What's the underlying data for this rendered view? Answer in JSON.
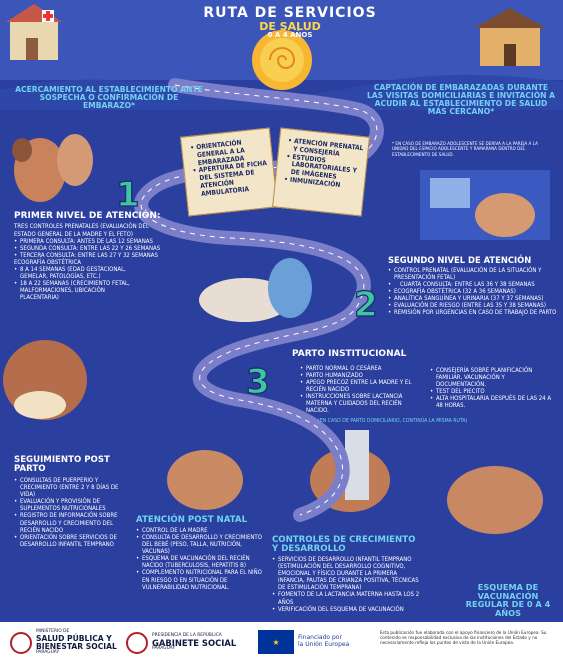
{
  "title": {
    "line1": "RUTA DE SERVICIOS",
    "line2": "DE SALUD",
    "line3": "0 a 4 AÑOS"
  },
  "sections": {
    "acercamiento": {
      "title": "ACERCAMIENTO AL ESTABLECIMIENTO ANTE SOSPECHA O CONFIRMACIÓN DE EMBARAZO*"
    },
    "captacion": {
      "title": "CAPTACIÓN DE EMBARAZADAS DURANTE LAS VISITAS DOMICILIARIAS E INVITACIÓN A ACUDIR AL ESTABLECIMIENTO DE SALUD MÁS CERCANO*",
      "note": "* EN CASO DE EMBARAZO ADOLESCENTE SE DERIVA A LA PAREJA A LA UNIDAD DEL ESPACIO ADOLESCENTE Y RAMARANA DENTRO DEL ESTABLECIMIENTO DE SALUD."
    },
    "card_left": [
      "ORIENTACIÓN GENERAL A LA EMBARAZADA",
      "APERTURA DE FICHA DEL SISTEMA DE ATENCIÓN AMBULATORIA"
    ],
    "card_right": [
      "ATENCIÓN PRENATAL Y CONSEJERÍA",
      "ESTUDIOS LABORATORIALES Y DE IMÁGENES",
      "INMUNIZACIÓN"
    ],
    "primer_nivel": {
      "title": "PRIMER NIVEL DE ATENCIÓN:",
      "intro": [
        "TRES CONTROLES PRENATALES (EVALUACIÓN DEL",
        "ESTADO GENERAL DE LA MADRE Y EL FETO)"
      ],
      "items": [
        "PRIMERA CONSULTA: ANTES DE LAS 12 SEMANAS",
        "SEGUNDA CONSULTA: ENTRE LAS 22 Y 26 SEMANAS",
        "TERCERA CONSULTA: ENTRE LAS 27 Y 32 SEMANAS"
      ],
      "eco": "ECOGRAFÍA OBSTÉTRICA",
      "eco_items": [
        "8 A 14 SEMANAS (EDAD GESTACIONAL, GEMELAR, PATOLOGÍAS, ETC.)",
        "18 A 22 SEMANAS (CRECIMIENTO FETAL, MALFORMACIONES, UBICACIÓN PLACENTARIA)"
      ]
    },
    "segundo_nivel": {
      "title": "SEGUNDO NIVEL DE ATENCIÓN",
      "items": [
        "CONTROL PRENATAL (EVALUACIÓN DE LA SITUACIÓN Y PRESENTACIÓN FETAL)",
        "CUARTA CONSULTA: ENTRE LAS 36 Y 38 SEMANAS",
        "ECOGRAFÍA OBSTÉTRICA (32 A 36 SEMANAS)",
        "ANALÍTICA SANGUÍNEA Y URINARIA (37 Y 37 SEMANAS)",
        "EVALUACIÓN DE RIESGO (ENTRE LAS 35 Y 38 SEMANAS)",
        "REMISIÓN POR URGENCIAS EN CASO DE TRABAJO DE PARTO"
      ]
    },
    "parto": {
      "title": "PARTO INSTITUCIONAL",
      "left": [
        "PARTO NORMAL O CESÁREA",
        "PARTO HUMANIZADO",
        "APEGO PRECOZ ENTRE LA MADRE Y EL RECIÉN NACIDO",
        "INSTRUCCIONES SOBRE LACTANCIA MATERNA Y CUIDADOS DEL RECIÉN NACIDO."
      ],
      "right": [
        "CONSEJERÍA SOBRE PLANIFICACIÓN FAMILIAR, VACUNACIÓN Y DOCUMENTACIÓN.",
        "TEST DEL PIECITO",
        "ALTA HOSPITALARIA DESPUÉS DE LAS 24 A 48 HORAS."
      ],
      "note": "(EN CASO DE PARTO DOMICILIARIO, CONTINÚA LA MISMA RUTA)"
    },
    "postparto": {
      "title": "SEGUIMIENTO POST PARTO",
      "items": [
        "CONSULTAS DE PUERPERIO Y CRECIMIENTO (ENTRE 2 Y 8 DÍAS DE VIDA)",
        "EVALUACIÓN Y PROVISIÓN DE SUPLEMENTOS NUTRICIONALES",
        "REGISTRO DE INFORMACIÓN SOBRE DESARROLLO Y CRECIMIENTO DEL RECIÉN NACIDO",
        "ORIENTACIÓN SOBRE SERVICIOS DE DESARROLLO INFANTIL TEMPRANO"
      ]
    },
    "natal": {
      "title": "ATENCIÓN POST NATAL",
      "items": [
        "CONTROL DE LA MADRE",
        "CONSULTA DE DESARROLLO Y CRECIMIENTO DEL BEBÉ (PESO, TALLA, NUTRICIÓN, VACUNAS)",
        "ESQUEMA DE VACUNACIÓN DEL RECIÉN NACIDO (TUBERCULOSIS, HEPATITIS B)",
        "COMPLEMENTO NUTRICIONAL PARA EL NIÑO EN RIESGO O EN SITUACIÓN DE VULNERABILIDAD NUTRICIONAL."
      ]
    },
    "controles": {
      "title": "CONTROLES DE CRECIMIENTO Y DESARROLLO",
      "items": [
        "SERVICIOS DE DESARROLLO INFANTIL TEMPRANO (ESTIMULACIÓN DEL DESARROLLO COGNITIVO, EMOCIONAL Y FÍSICO DURANTE LA PRIMERA INFANCIA, PAUTAS DE CRIANZA POSITIVA, TÉCNICAS DE ESTIMULACIÓN TEMPRANA)",
        "FOMENTO DE LA LACTANCIA MATERNA HASTA LOS 2 AÑOS",
        "VERIFICACIÓN DEL ESQUEMA DE VACUNACIÓN"
      ]
    },
    "esquema": {
      "title": "ESQUEMA DE VACUNACIÓN REGULAR DE 0 A 4 AÑOS"
    }
  },
  "numbers": [
    "1",
    "2",
    "3"
  ],
  "footer": {
    "ministerio": {
      "pre": "MINISTERIO DE",
      "name1": "SALUD PÚBLICA Y",
      "name2": "BIENESTAR SOCIAL",
      "country": "PARAGUAY"
    },
    "gabinete": {
      "pre": "PRESIDENCIA DE LA REPÚBLICA",
      "name": "GABINETE SOCIAL",
      "country": "PARAGUAY"
    },
    "eu": {
      "line1": "Financiado por",
      "line2": "la Unión Europea"
    },
    "disclaimer": "Esta publicación fue elaborada con el apoyo financiero de la Unión Europea. Su contenido es responsabilidad exclusiva de las instituciones del Estado y no necesariamente refleja los puntos de vista de la Unión Europea."
  },
  "icons": [
    "road-path",
    "sun-icon",
    "house-icon",
    "eu-flag-icon"
  ],
  "colors": {
    "background": "#2b3f9f",
    "road": "#7b7fc9",
    "heading": "#6fd3f2",
    "accent": "#3dc7a0",
    "card": "#f3e6c8"
  }
}
